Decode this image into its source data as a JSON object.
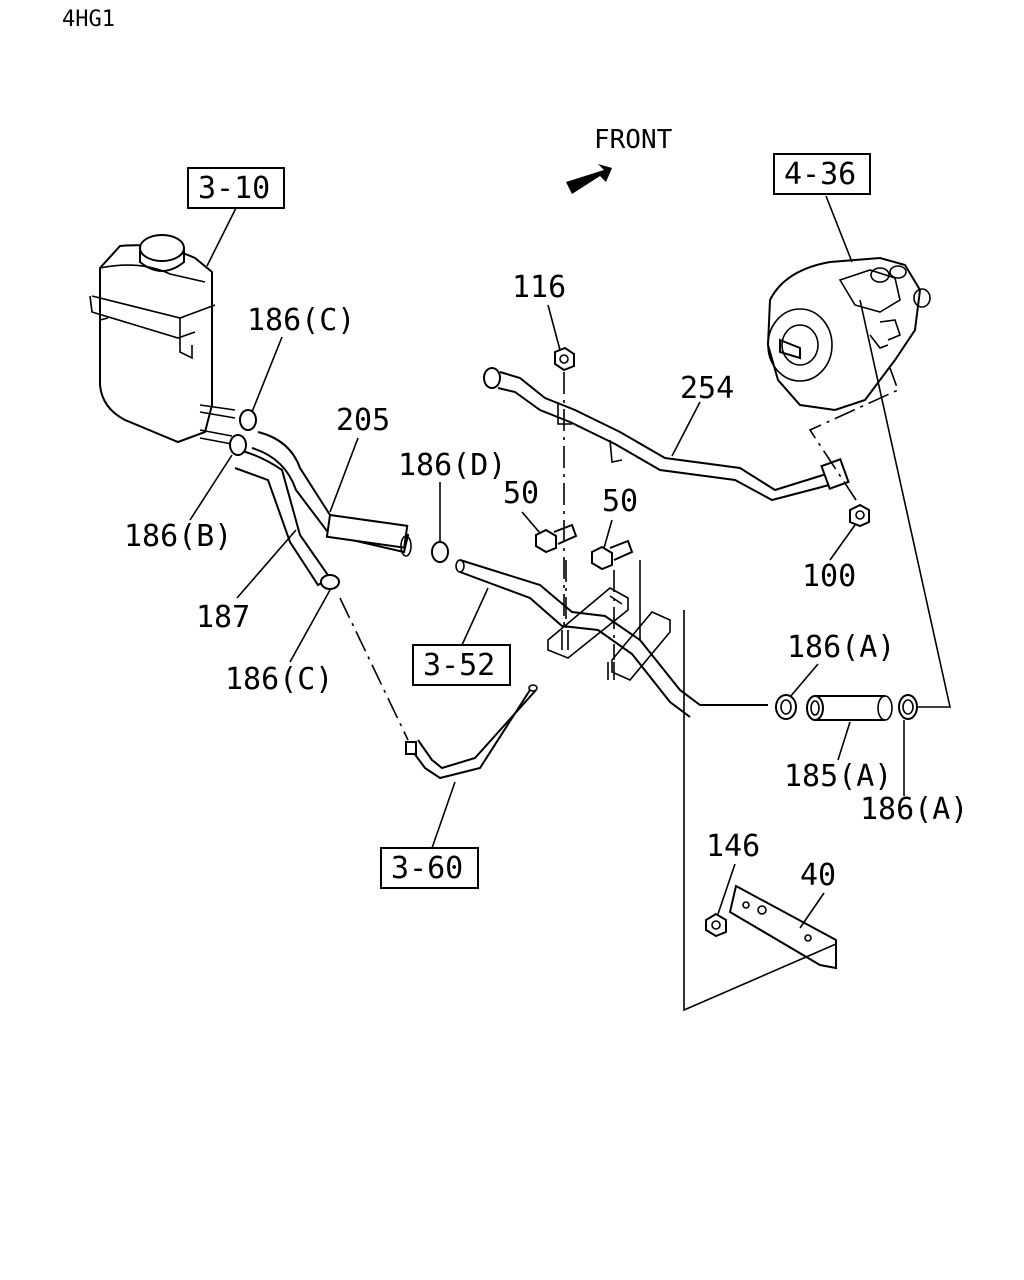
{
  "model_code": "4HG1",
  "direction_label": "FRONT",
  "ref_boxes": {
    "r_3_10": "3-10",
    "r_4_36": "4-36",
    "r_3_52": "3-52",
    "r_3_60": "3-60"
  },
  "part_labels": {
    "p116": "116",
    "p254": "254",
    "p186c_top": "186(C)",
    "p205": "205",
    "p186d": "186(D)",
    "p50_a": "50",
    "p50_b": "50",
    "p100": "100",
    "p186b": "186(B)",
    "p187": "187",
    "p186c_bottom": "186(C)",
    "p186a_top": "186(A)",
    "p185a": "185(A)",
    "p186a_bottom": "186(A)",
    "p146": "146",
    "p40": "40"
  }
}
